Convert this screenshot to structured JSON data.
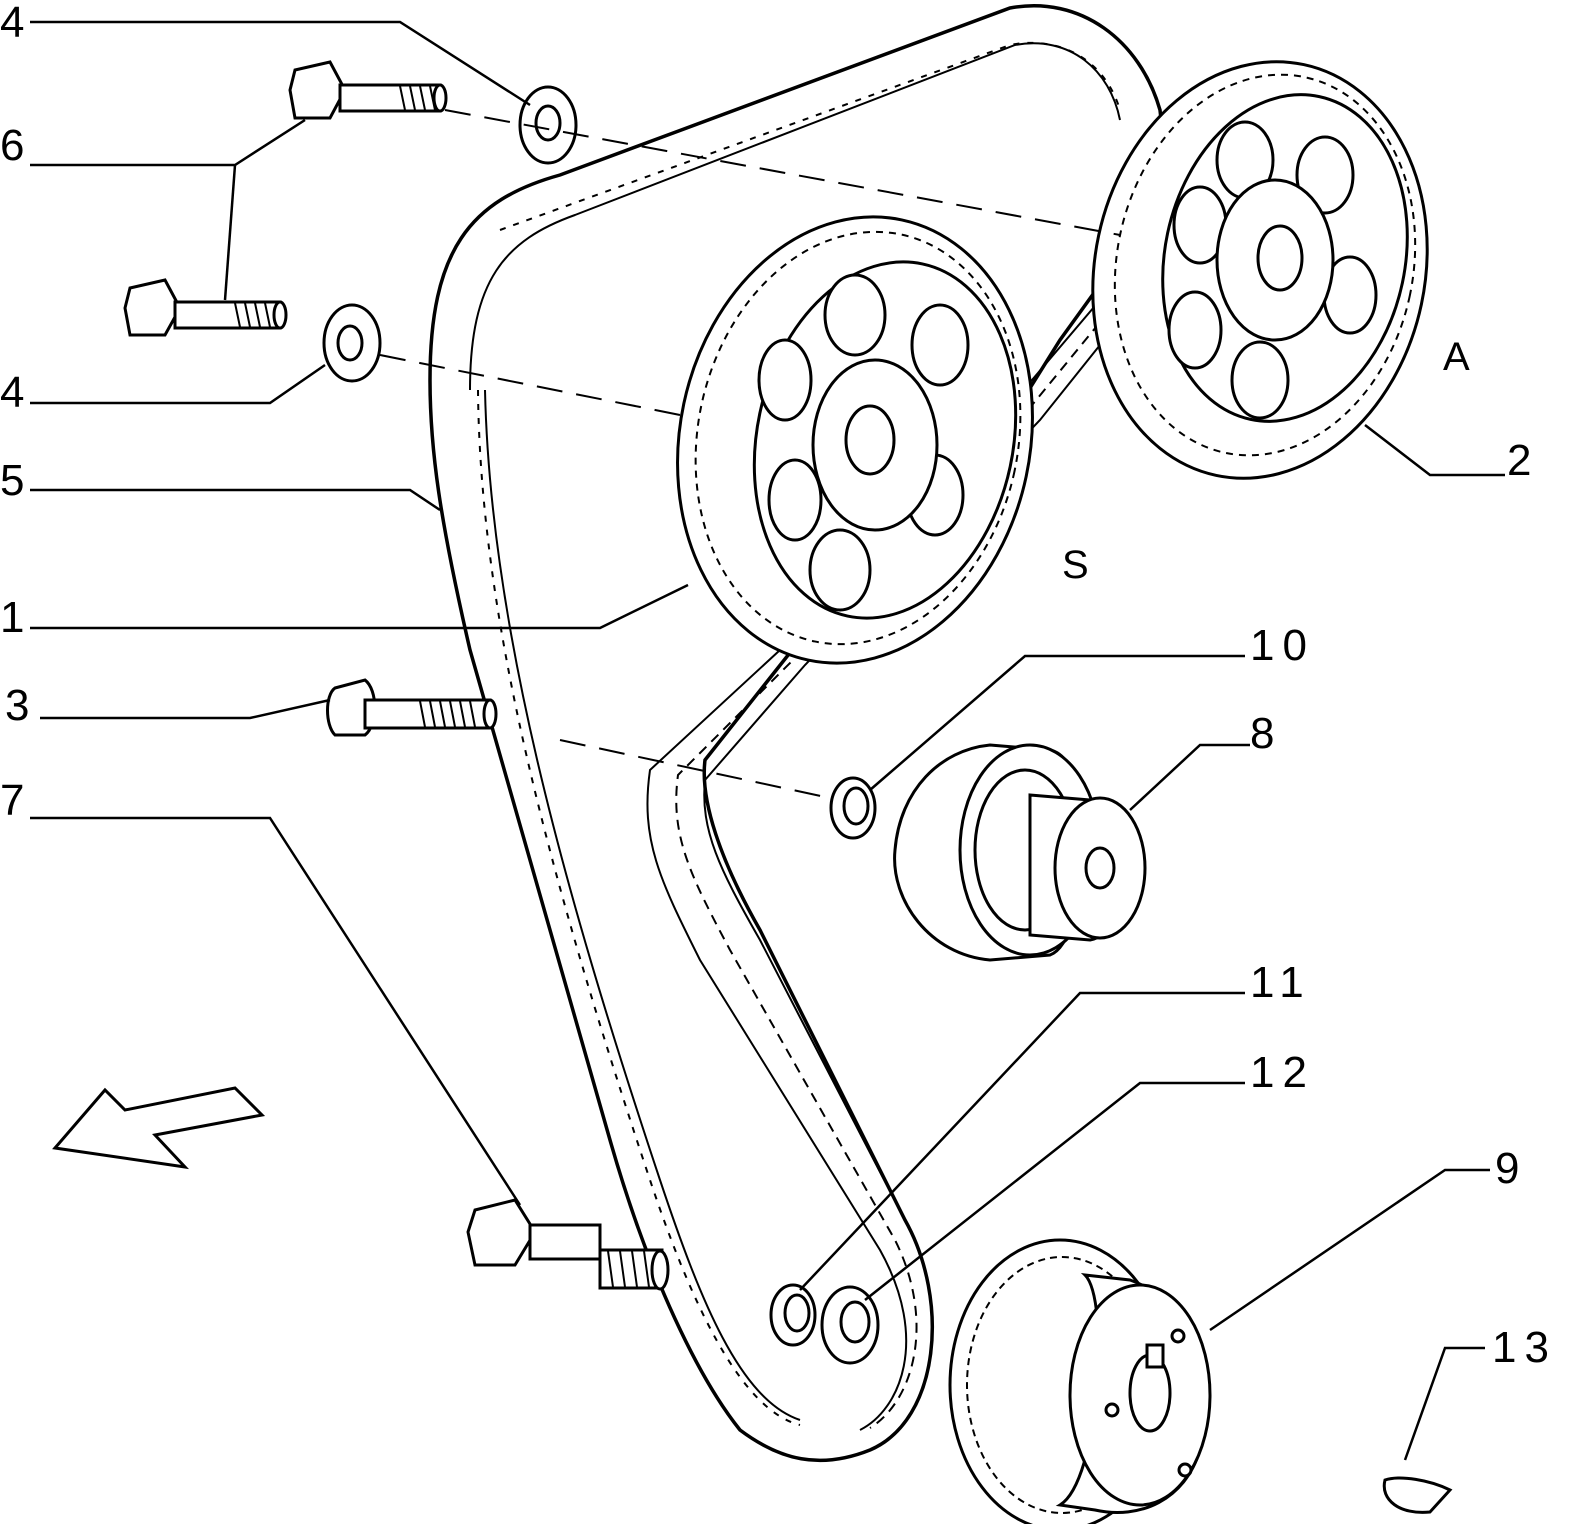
{
  "colors": {
    "ink": "#000000",
    "paper": "#ffffff"
  },
  "callouts": [
    {
      "id": "c4a",
      "label": "4"
    },
    {
      "id": "c6",
      "label": "6"
    },
    {
      "id": "c4b",
      "label": "4"
    },
    {
      "id": "c5",
      "label": "5"
    },
    {
      "id": "c1",
      "label": "1"
    },
    {
      "id": "c3",
      "label": "3"
    },
    {
      "id": "c7",
      "label": "7"
    },
    {
      "id": "c10",
      "label": "10"
    },
    {
      "id": "c8",
      "label": "8"
    },
    {
      "id": "c11",
      "label": "11"
    },
    {
      "id": "c12",
      "label": "12"
    },
    {
      "id": "c9",
      "label": "9"
    },
    {
      "id": "c13",
      "label": "13"
    },
    {
      "id": "c2",
      "label": "2"
    }
  ],
  "pulley_letters": {
    "intake": "A",
    "exhaust": "S"
  },
  "icons": {
    "direction": "direction-arrow-icon"
  }
}
